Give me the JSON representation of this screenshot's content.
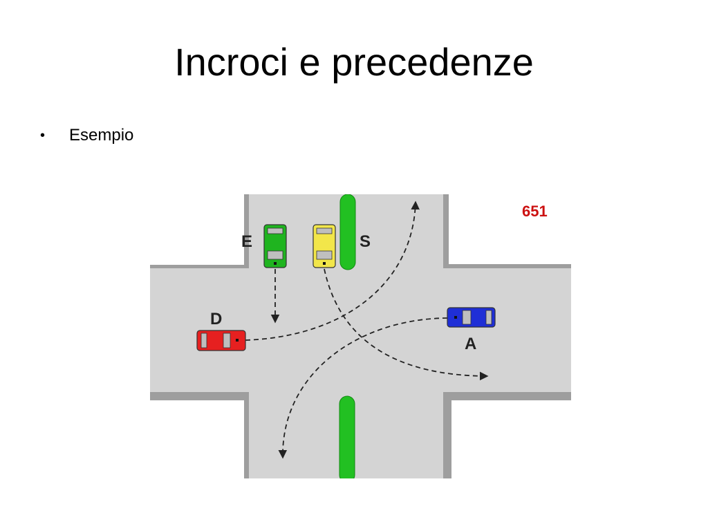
{
  "slide": {
    "title": "Incroci e precedenze",
    "bullet": "Esempio"
  },
  "diagram": {
    "number": "651",
    "vehicles": [
      {
        "label": "E",
        "color": "#1fb41f",
        "heading": "south"
      },
      {
        "label": "S",
        "color": "#f2e64a",
        "heading": "south"
      },
      {
        "label": "D",
        "color": "#e62020",
        "heading": "east"
      },
      {
        "label": "A",
        "color": "#1f2fd6",
        "heading": "west"
      }
    ],
    "colors": {
      "road": "#d4d4d4",
      "block": "#ffffff",
      "median": "#22c022",
      "number": "#cc1111",
      "path": "#222222"
    }
  }
}
